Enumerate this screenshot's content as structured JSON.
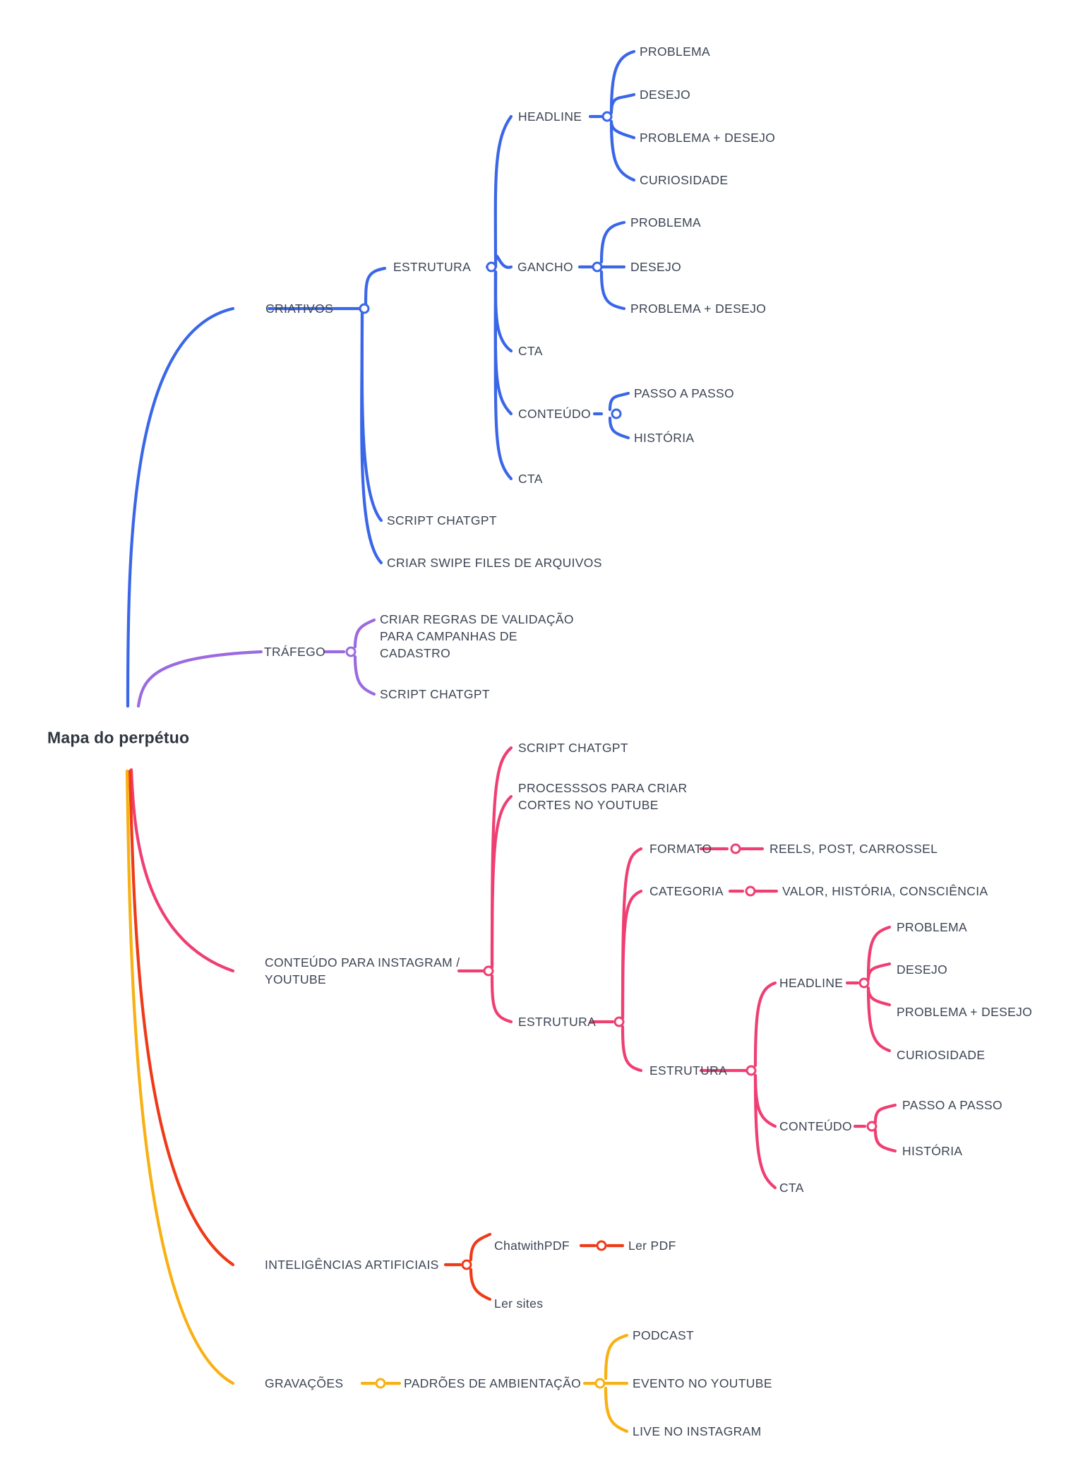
{
  "title": "Mapa do perpétuo",
  "colors": {
    "blue": "#3a66e8",
    "purple": "#9b6ae0",
    "pink": "#ef3f72",
    "red": "#ee3a18",
    "orange": "#f8b012",
    "text": "#3c4453",
    "root_text": "#2f3640",
    "background": "#ffffff"
  },
  "root": {
    "label": "Mapa do perpétuo"
  },
  "branches": [
    {
      "id": "criativos",
      "label": "CRIATIVOS",
      "color": "#3a66e8",
      "children": [
        {
          "label": "ESTRUTURA",
          "children": [
            {
              "label": "HEADLINE",
              "children": [
                {
                  "label": "PROBLEMA"
                },
                {
                  "label": "DESEJO"
                },
                {
                  "label": "PROBLEMA + DESEJO"
                },
                {
                  "label": "CURIOSIDADE"
                }
              ]
            },
            {
              "label": "GANCHO",
              "children": [
                {
                  "label": "PROBLEMA"
                },
                {
                  "label": "DESEJO"
                },
                {
                  "label": "PROBLEMA + DESEJO"
                }
              ]
            },
            {
              "label": "CTA"
            },
            {
              "label": "CONTEÚDO",
              "children": [
                {
                  "label": "PASSO A PASSO"
                },
                {
                  "label": "HISTÓRIA"
                }
              ]
            },
            {
              "label": "CTA"
            }
          ]
        },
        {
          "label": "SCRIPT CHATGPT"
        },
        {
          "label": "CRIAR SWIPE FILES DE ARQUIVOS"
        }
      ]
    },
    {
      "id": "trafego",
      "label": "TRÁFEGO",
      "color": "#9b6ae0",
      "children": [
        {
          "label": "CRIAR REGRAS DE VALIDAÇÃO\nPARA CAMPANHAS DE\nCADASTRO"
        },
        {
          "label": "SCRIPT CHATGPT"
        }
      ]
    },
    {
      "id": "conteudo-instagram-youtube",
      "label": "CONTEÚDO PARA INSTAGRAM /\nYOUTUBE",
      "color": "#ef3f72",
      "children": [
        {
          "label": "SCRIPT CHATGPT"
        },
        {
          "label": "PROCESSSOS PARA CRIAR\nCORTES NO YOUTUBE"
        },
        {
          "label": "ESTRUTURA",
          "children": [
            {
              "label": "FORMATO",
              "children": [
                {
                  "label": "REELS, POST, CARROSSEL"
                }
              ]
            },
            {
              "label": "CATEGORIA",
              "children": [
                {
                  "label": "VALOR, HISTÓRIA, CONSCIÊNCIA"
                }
              ]
            },
            {
              "label": "ESTRUTURA",
              "children": [
                {
                  "label": "HEADLINE",
                  "children": [
                    {
                      "label": "PROBLEMA"
                    },
                    {
                      "label": "DESEJO"
                    },
                    {
                      "label": "PROBLEMA + DESEJO"
                    },
                    {
                      "label": "CURIOSIDADE"
                    }
                  ]
                },
                {
                  "label": "CONTEÚDO",
                  "children": [
                    {
                      "label": "PASSO A PASSO"
                    },
                    {
                      "label": "HISTÓRIA"
                    }
                  ]
                },
                {
                  "label": "CTA"
                }
              ]
            }
          ]
        }
      ]
    },
    {
      "id": "inteligencias-artificiais",
      "label": "INTELIGÊNCIAS ARTIFICIAIS",
      "color": "#ee3a18",
      "children": [
        {
          "label": "ChatwithPDF",
          "children": [
            {
              "label": "Ler PDF"
            }
          ]
        },
        {
          "label": "Ler sites"
        }
      ]
    },
    {
      "id": "gravacoes",
      "label": "GRAVAÇÕES",
      "color": "#f8b012",
      "children": [
        {
          "label": "PADRÕES DE AMBIENTAÇÃO",
          "children": [
            {
              "label": "PODCAST"
            },
            {
              "label": "EVENTO NO YOUTUBE"
            },
            {
              "label": "LIVE NO INSTAGRAM"
            }
          ]
        }
      ]
    }
  ],
  "labels": {
    "criativos": "CRIATIVOS",
    "estrutura": "ESTRUTURA",
    "headline": "HEADLINE",
    "gancho": "GANCHO",
    "cta": "CTA",
    "conteudo": "CONTEÚDO",
    "problema": "PROBLEMA",
    "desejo": "DESEJO",
    "problema_desejo": "PROBLEMA + DESEJO",
    "curiosidade": "CURIOSIDADE",
    "passo_a_passo": "PASSO A PASSO",
    "historia": "HISTÓRIA",
    "script_chatgpt": "SCRIPT CHATGPT",
    "criar_swipe": "CRIAR SWIPE FILES DE ARQUIVOS",
    "trafego": "TRÁFEGO",
    "criar_regras": "CRIAR REGRAS DE VALIDAÇÃO\nPARA CAMPANHAS DE\nCADASTRO",
    "conteudo_ig_yt": "CONTEÚDO PARA INSTAGRAM /\nYOUTUBE",
    "processsos": "PROCESSSOS PARA CRIAR\nCORTES NO YOUTUBE",
    "formato": "FORMATO",
    "categoria": "CATEGORIA",
    "reels": "REELS, POST, CARROSSEL",
    "valor_historia": "VALOR, HISTÓRIA, CONSCIÊNCIA",
    "ias": "INTELIGÊNCIAS ARTIFICIAIS",
    "chatwithpdf": "ChatwithPDF",
    "ler_pdf": "Ler PDF",
    "ler_sites": "Ler sites",
    "gravacoes": "GRAVAÇÕES",
    "padroes": "PADRÕES DE AMBIENTAÇÃO",
    "podcast": "PODCAST",
    "evento_yt": "EVENTO NO YOUTUBE",
    "live_ig": "LIVE NO INSTAGRAM"
  }
}
